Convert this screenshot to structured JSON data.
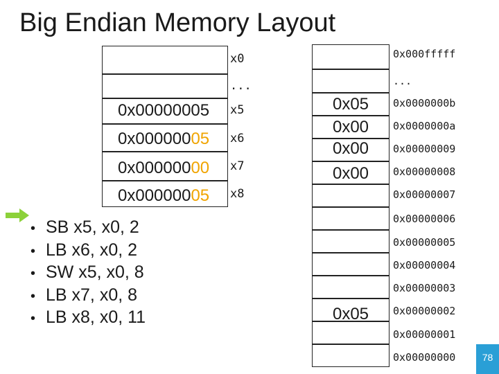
{
  "slide": {
    "title": "Big Endian Memory Layout",
    "page_number": "78",
    "accent_color": "#f0a400",
    "arrow_color": "#8cd13a",
    "page_badge_color": "#2a9fd6"
  },
  "registers": [
    {
      "name": "x0",
      "value_plain": "",
      "value_highlight": ""
    },
    {
      "name": "...",
      "value_plain": "",
      "value_highlight": ""
    },
    {
      "name": "x5",
      "value_plain": "0x00000005",
      "value_highlight": ""
    },
    {
      "name": "x6",
      "value_plain": "0x000000",
      "value_highlight": "05"
    },
    {
      "name": "x7",
      "value_plain": "0x000000",
      "value_highlight": "00"
    },
    {
      "name": "x8",
      "value_plain": "0x000000",
      "value_highlight": "05"
    }
  ],
  "instructions": [
    {
      "bullet": "•",
      "text": "SB x5, x0, 2"
    },
    {
      "bullet": "•",
      "text": "LB x6, x0, 2"
    },
    {
      "bullet": "•",
      "text": "SW x5, x0, 8"
    },
    {
      "bullet": "•",
      "text": "LB x7, x0, 8"
    },
    {
      "bullet": "•",
      "text": "LB x8, x0, 11"
    }
  ],
  "memory": {
    "top_address": "0x000fffff",
    "ellipsis": "...",
    "rows": [
      {
        "address": "0x0000000b",
        "value": "0x05"
      },
      {
        "address": "0x0000000a",
        "value": "0x00"
      },
      {
        "address": "0x00000009",
        "value": "0x00"
      },
      {
        "address": "0x00000008",
        "value": "0x00"
      },
      {
        "address": "0x00000007",
        "value": ""
      },
      {
        "address": "0x00000006",
        "value": ""
      },
      {
        "address": "0x00000005",
        "value": ""
      },
      {
        "address": "0x00000004",
        "value": ""
      },
      {
        "address": "0x00000003",
        "value": ""
      },
      {
        "address": "0x00000002",
        "value": "0x05"
      },
      {
        "address": "0x00000001",
        "value": ""
      },
      {
        "address": "0x00000000",
        "value": ""
      }
    ]
  }
}
